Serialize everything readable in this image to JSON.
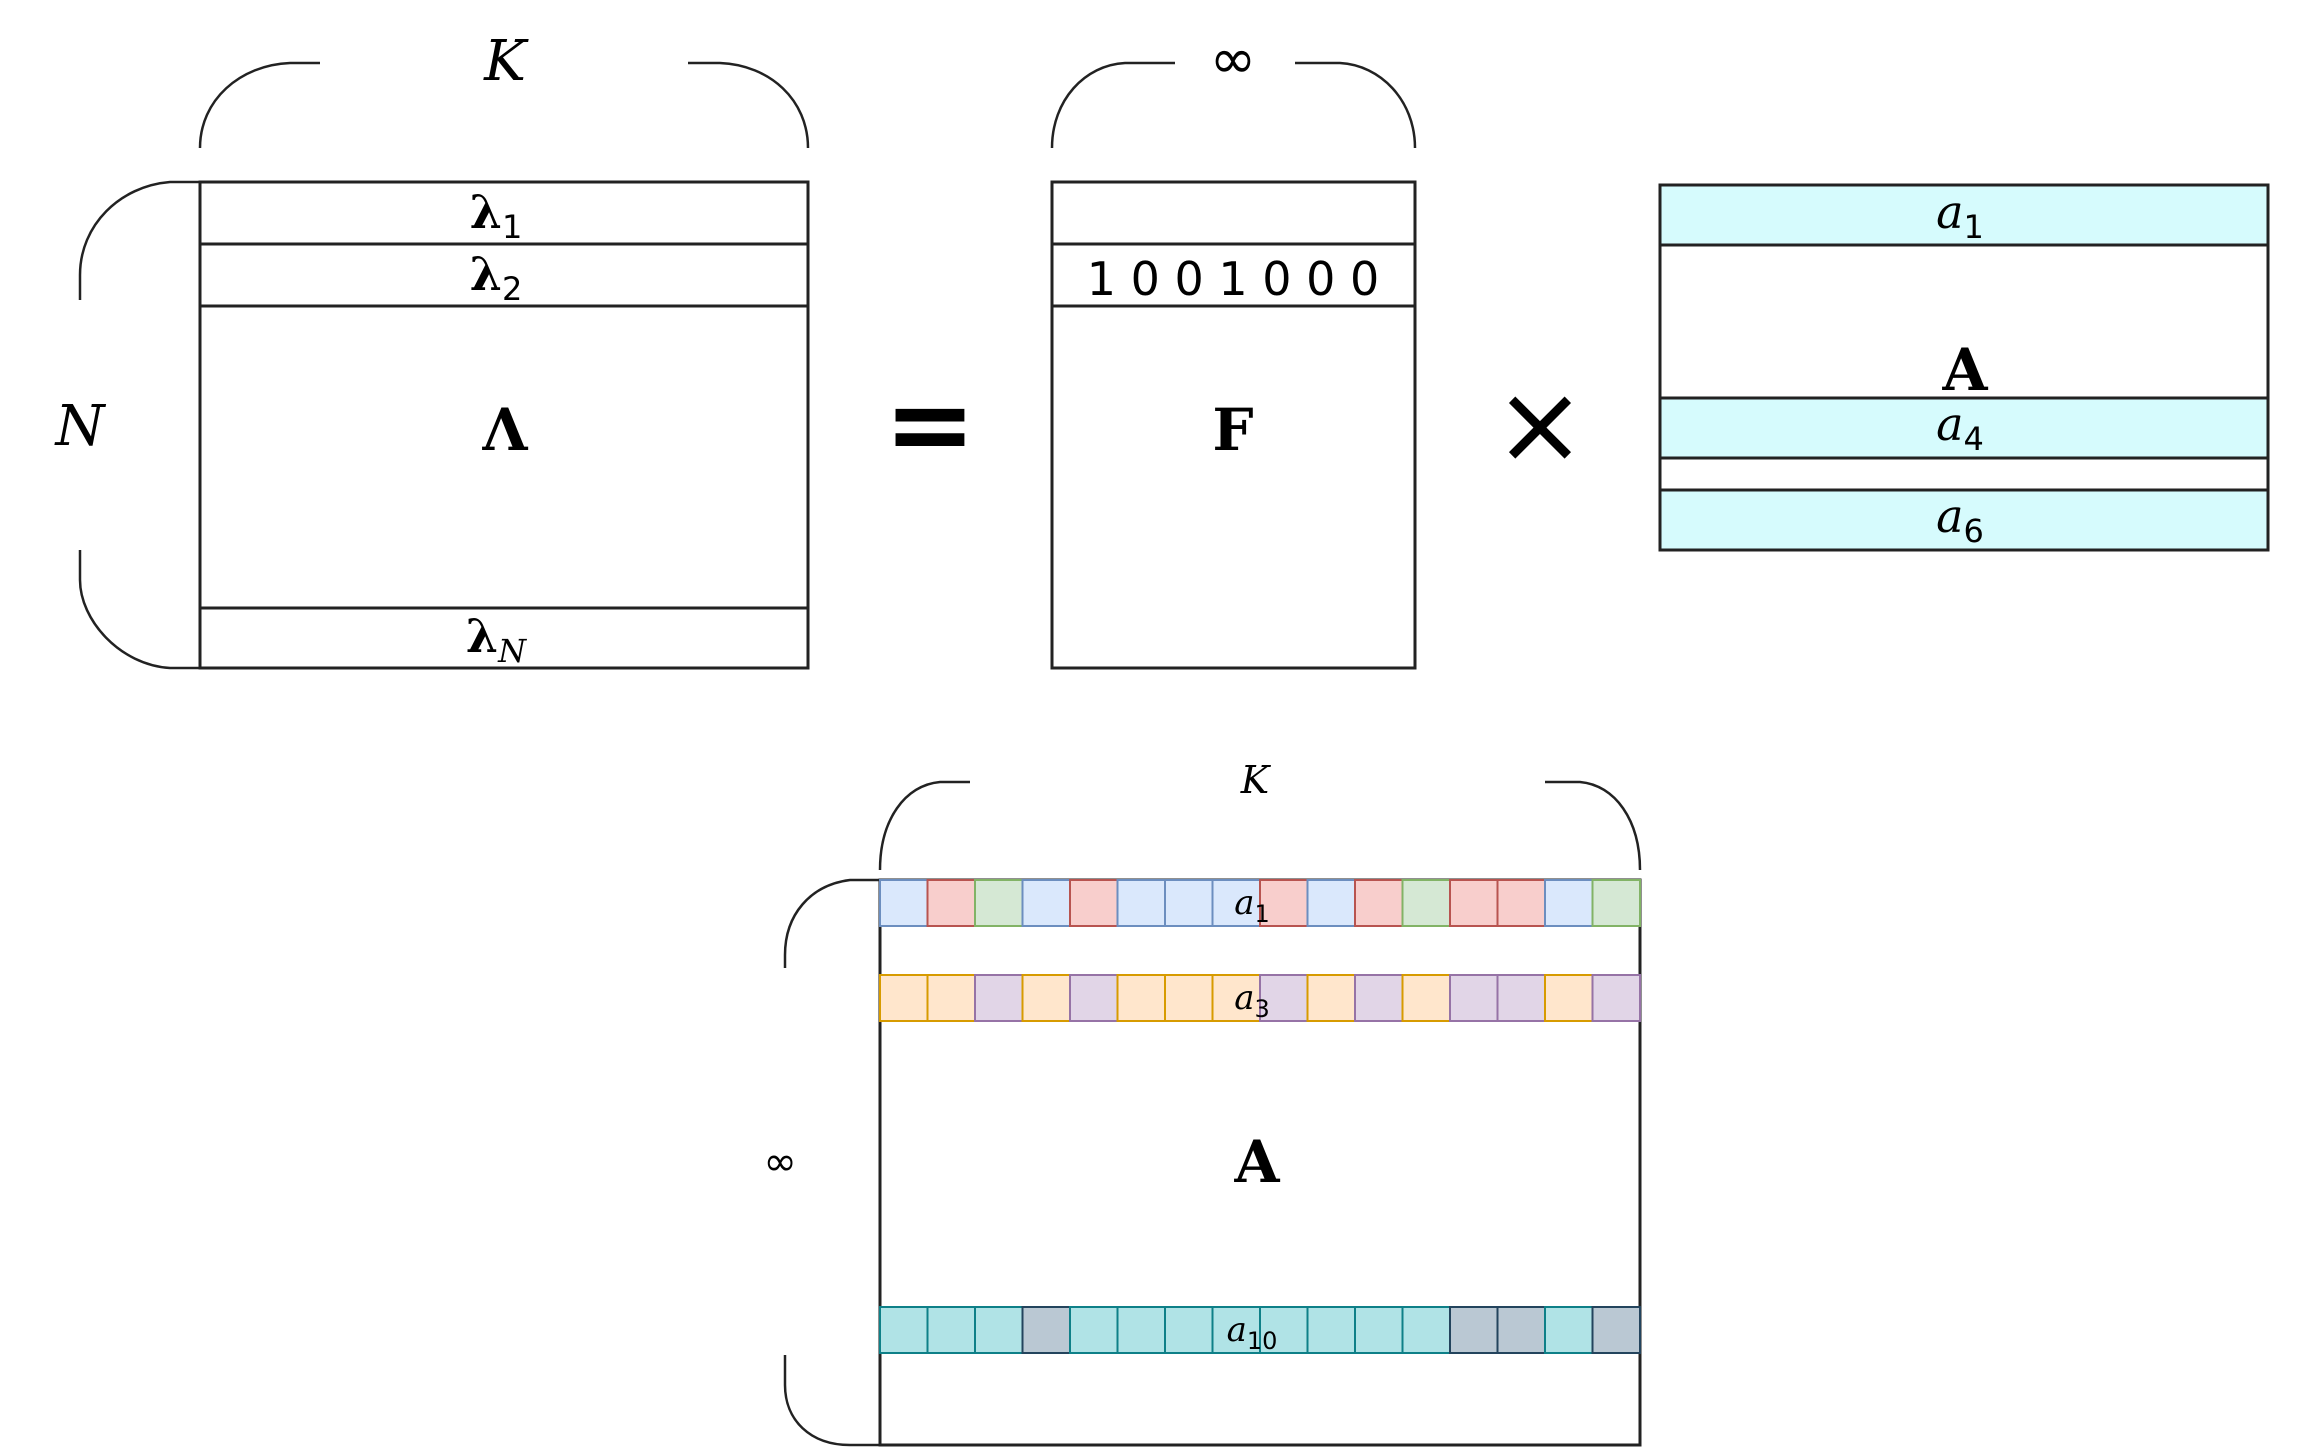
{
  "top": {
    "lambda_matrix": {
      "width_label": "K",
      "height_label": "N",
      "row1_sym": "λ",
      "row1_sub": "1",
      "row2_sym": "λ",
      "row2_sub": "2",
      "center_label": "Λ",
      "last_row_sym": "λ",
      "last_row_sub": "N"
    },
    "equals_symbol": "=",
    "f_matrix": {
      "width_label": "∞",
      "row_bits": "1 0 0 1 0 0 0",
      "center_label": "F"
    },
    "times_symbol": "×",
    "a_matrix": {
      "center_label": "A",
      "rows": [
        {
          "sym": "a",
          "sub": "1"
        },
        {
          "sym": "a",
          "sub": "4"
        },
        {
          "sym": "a",
          "sub": "6"
        }
      ],
      "highlight_color": "#d6fbfd"
    }
  },
  "bottom": {
    "a_matrix": {
      "width_label": "K",
      "height_label": "∞",
      "center_label": "A",
      "rows": [
        {
          "sym": "a",
          "sub": "1",
          "cells": [
            "blue",
            "red",
            "green",
            "blue",
            "red",
            "blue",
            "blue",
            "blue",
            "red",
            "blue",
            "red",
            "green",
            "red",
            "red",
            "blue",
            "green"
          ]
        },
        {
          "sym": "a",
          "sub": "3",
          "cells": [
            "orange",
            "orange",
            "purple",
            "orange",
            "purple",
            "orange",
            "orange",
            "orange",
            "purple",
            "orange",
            "purple",
            "orange",
            "purple",
            "purple",
            "orange",
            "purple"
          ]
        },
        {
          "sym": "a",
          "sub": "10",
          "cells": [
            "teal",
            "teal",
            "teal",
            "slate",
            "teal",
            "teal",
            "teal",
            "teal",
            "teal",
            "teal",
            "teal",
            "teal",
            "slate",
            "slate",
            "teal",
            "slate"
          ]
        }
      ]
    },
    "cell_colors": {
      "blue": {
        "fill": "#dae8fc",
        "stroke": "#6c8ebf"
      },
      "red": {
        "fill": "#f8cecc",
        "stroke": "#b85450"
      },
      "green": {
        "fill": "#d5e8d4",
        "stroke": "#82b366"
      },
      "orange": {
        "fill": "#ffe6cc",
        "stroke": "#d79b00"
      },
      "purple": {
        "fill": "#e1d5e7",
        "stroke": "#9673a6"
      },
      "teal": {
        "fill": "#b0e3e6",
        "stroke": "#0e8088"
      },
      "slate": {
        "fill": "#bac8d3",
        "stroke": "#23445d"
      }
    }
  }
}
